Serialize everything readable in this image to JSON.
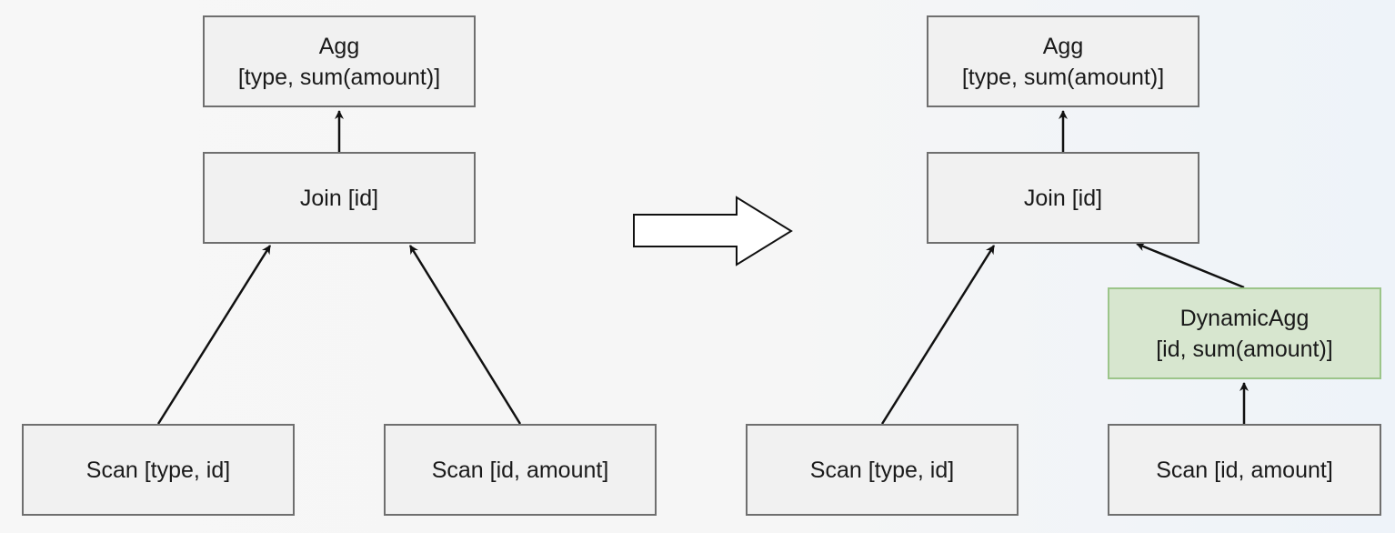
{
  "diagram": {
    "before": {
      "agg": {
        "line1": "Agg",
        "line2": "[type, sum(amount)]"
      },
      "join": {
        "label": "Join [id]"
      },
      "scan_left": {
        "label": "Scan [type, id]"
      },
      "scan_right": {
        "label": "Scan [id, amount]"
      }
    },
    "after": {
      "agg": {
        "line1": "Agg",
        "line2": "[type, sum(amount)]"
      },
      "join": {
        "label": "Join [id]"
      },
      "dynamic_agg": {
        "line1": "DynamicAgg",
        "line2": "[id, sum(amount)]"
      },
      "scan_left": {
        "label": "Scan [type, id]"
      },
      "scan_right": {
        "label": "Scan [id, amount]"
      }
    },
    "colors": {
      "node_fill": "#f1f1f1",
      "node_border": "#6f6f6f",
      "highlight_fill": "#d7e6cf",
      "highlight_border": "#9cc58a",
      "edge": "#111111"
    },
    "transform_arrow_icon": "hollow-right-arrow-icon"
  }
}
